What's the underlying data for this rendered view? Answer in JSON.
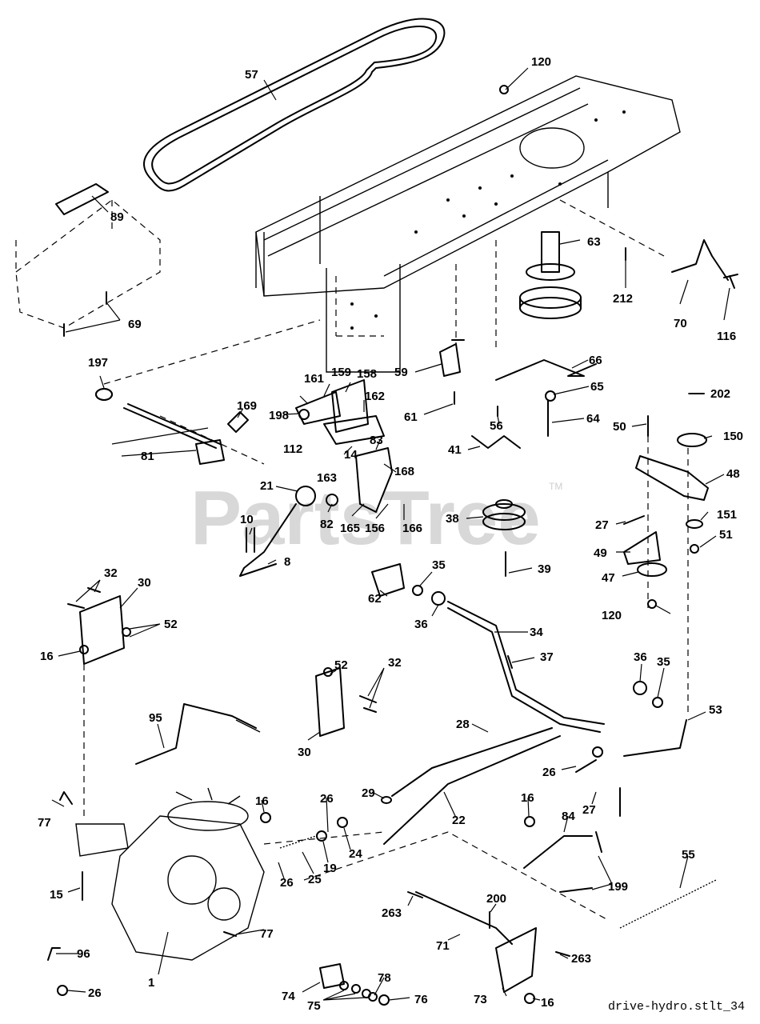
{
  "watermark": {
    "brand": "PartsTree",
    "trademark": "TM"
  },
  "file_name": "drive-hydro.stlt_34",
  "callouts": [
    {
      "id": "c57",
      "text": "57"
    },
    {
      "id": "c120a",
      "text": "120"
    },
    {
      "id": "c89",
      "text": "89"
    },
    {
      "id": "c69",
      "text": "69"
    },
    {
      "id": "c63",
      "text": "63"
    },
    {
      "id": "c212",
      "text": "212"
    },
    {
      "id": "c70",
      "text": "70"
    },
    {
      "id": "c116",
      "text": "116"
    },
    {
      "id": "c197",
      "text": "197"
    },
    {
      "id": "c161",
      "text": "161"
    },
    {
      "id": "c159",
      "text": "159"
    },
    {
      "id": "c158",
      "text": "158"
    },
    {
      "id": "c59",
      "text": "59"
    },
    {
      "id": "c66",
      "text": "66"
    },
    {
      "id": "c65",
      "text": "65"
    },
    {
      "id": "c169",
      "text": "169"
    },
    {
      "id": "c162",
      "text": "162"
    },
    {
      "id": "c198",
      "text": "198"
    },
    {
      "id": "c61",
      "text": "61"
    },
    {
      "id": "c56",
      "text": "56"
    },
    {
      "id": "c64",
      "text": "64"
    },
    {
      "id": "c202",
      "text": "202"
    },
    {
      "id": "c50",
      "text": "50"
    },
    {
      "id": "c150",
      "text": "150"
    },
    {
      "id": "c83",
      "text": "83"
    },
    {
      "id": "c112",
      "text": "112"
    },
    {
      "id": "c14",
      "text": "14"
    },
    {
      "id": "c81",
      "text": "81"
    },
    {
      "id": "c41",
      "text": "41"
    },
    {
      "id": "c168",
      "text": "168"
    },
    {
      "id": "c163",
      "text": "163"
    },
    {
      "id": "c48",
      "text": "48"
    },
    {
      "id": "c21",
      "text": "21"
    },
    {
      "id": "c38",
      "text": "38"
    },
    {
      "id": "c27a",
      "text": "27"
    },
    {
      "id": "c151",
      "text": "151"
    },
    {
      "id": "c82",
      "text": "82"
    },
    {
      "id": "c165",
      "text": "165"
    },
    {
      "id": "c156",
      "text": "156"
    },
    {
      "id": "c166",
      "text": "166"
    },
    {
      "id": "c51",
      "text": "51"
    },
    {
      "id": "c10",
      "text": "10"
    },
    {
      "id": "c49",
      "text": "49"
    },
    {
      "id": "c8",
      "text": "8"
    },
    {
      "id": "c39",
      "text": "39"
    },
    {
      "id": "c47",
      "text": "47"
    },
    {
      "id": "c32a",
      "text": "32"
    },
    {
      "id": "c35a",
      "text": "35"
    },
    {
      "id": "c62",
      "text": "62"
    },
    {
      "id": "c30a",
      "text": "30"
    },
    {
      "id": "c120b",
      "text": "120"
    },
    {
      "id": "c52a",
      "text": "52"
    },
    {
      "id": "c36a",
      "text": "36"
    },
    {
      "id": "c16a",
      "text": "16"
    },
    {
      "id": "c34",
      "text": "34"
    },
    {
      "id": "c37",
      "text": "37"
    },
    {
      "id": "c52b",
      "text": "52"
    },
    {
      "id": "c32b",
      "text": "32"
    },
    {
      "id": "c36b",
      "text": "36"
    },
    {
      "id": "c35b",
      "text": "35"
    },
    {
      "id": "c53",
      "text": "53"
    },
    {
      "id": "c95",
      "text": "95"
    },
    {
      "id": "c28",
      "text": "28"
    },
    {
      "id": "c30b",
      "text": "30"
    },
    {
      "id": "c26a",
      "text": "26"
    },
    {
      "id": "c29",
      "text": "29"
    },
    {
      "id": "c27b",
      "text": "27"
    },
    {
      "id": "c22",
      "text": "22"
    },
    {
      "id": "c16b",
      "text": "16"
    },
    {
      "id": "c26b",
      "text": "26"
    },
    {
      "id": "c16c",
      "text": "16"
    },
    {
      "id": "c84",
      "text": "84"
    },
    {
      "id": "c77a",
      "text": "77"
    },
    {
      "id": "c24",
      "text": "24"
    },
    {
      "id": "c19",
      "text": "19"
    },
    {
      "id": "c26c",
      "text": "26"
    },
    {
      "id": "c25",
      "text": "25"
    },
    {
      "id": "c15",
      "text": "15"
    },
    {
      "id": "c199",
      "text": "199"
    },
    {
      "id": "c55",
      "text": "55"
    },
    {
      "id": "c200",
      "text": "200"
    },
    {
      "id": "c263a",
      "text": "263"
    },
    {
      "id": "c77b",
      "text": "77"
    },
    {
      "id": "c96",
      "text": "96"
    },
    {
      "id": "c71",
      "text": "71"
    },
    {
      "id": "c263b",
      "text": "263"
    },
    {
      "id": "c1",
      "text": "1"
    },
    {
      "id": "c26d",
      "text": "26"
    },
    {
      "id": "c78",
      "text": "78"
    },
    {
      "id": "c74",
      "text": "74"
    },
    {
      "id": "c76",
      "text": "76"
    },
    {
      "id": "c75",
      "text": "75"
    },
    {
      "id": "c73",
      "text": "73"
    },
    {
      "id": "c16d",
      "text": "16"
    }
  ]
}
